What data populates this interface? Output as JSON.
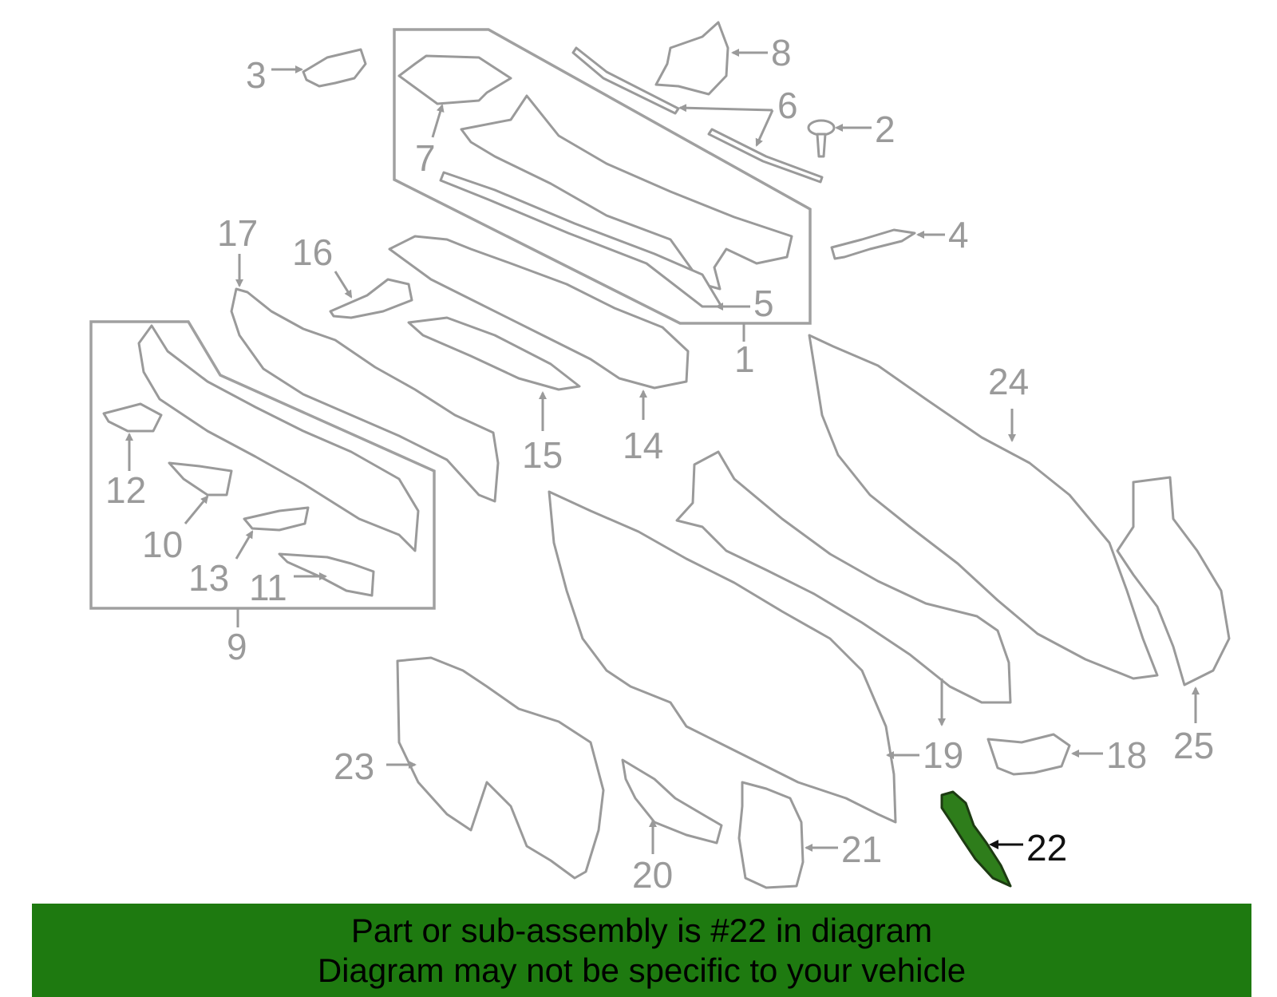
{
  "diagram": {
    "colors": {
      "outline": "#9a9a9a",
      "highlight": "#2e7d1b",
      "banner": "#1e7a10"
    },
    "highlighted_part": "22",
    "callouts": {
      "c1": "1",
      "c2": "2",
      "c3": "3",
      "c4": "4",
      "c5": "5",
      "c6": "6",
      "c7": "7",
      "c8": "8",
      "c9": "9",
      "c10": "10",
      "c11": "11",
      "c12": "12",
      "c13": "13",
      "c14": "14",
      "c15": "15",
      "c16": "16",
      "c17": "17",
      "c18": "18",
      "c19": "19",
      "c20": "20",
      "c21": "21",
      "c22": "22",
      "c23": "23",
      "c24": "24",
      "c25": "25"
    }
  },
  "banner": {
    "line1": "Part or sub-assembly is #22 in diagram",
    "line2": "Diagram may not be specific to your vehicle"
  }
}
